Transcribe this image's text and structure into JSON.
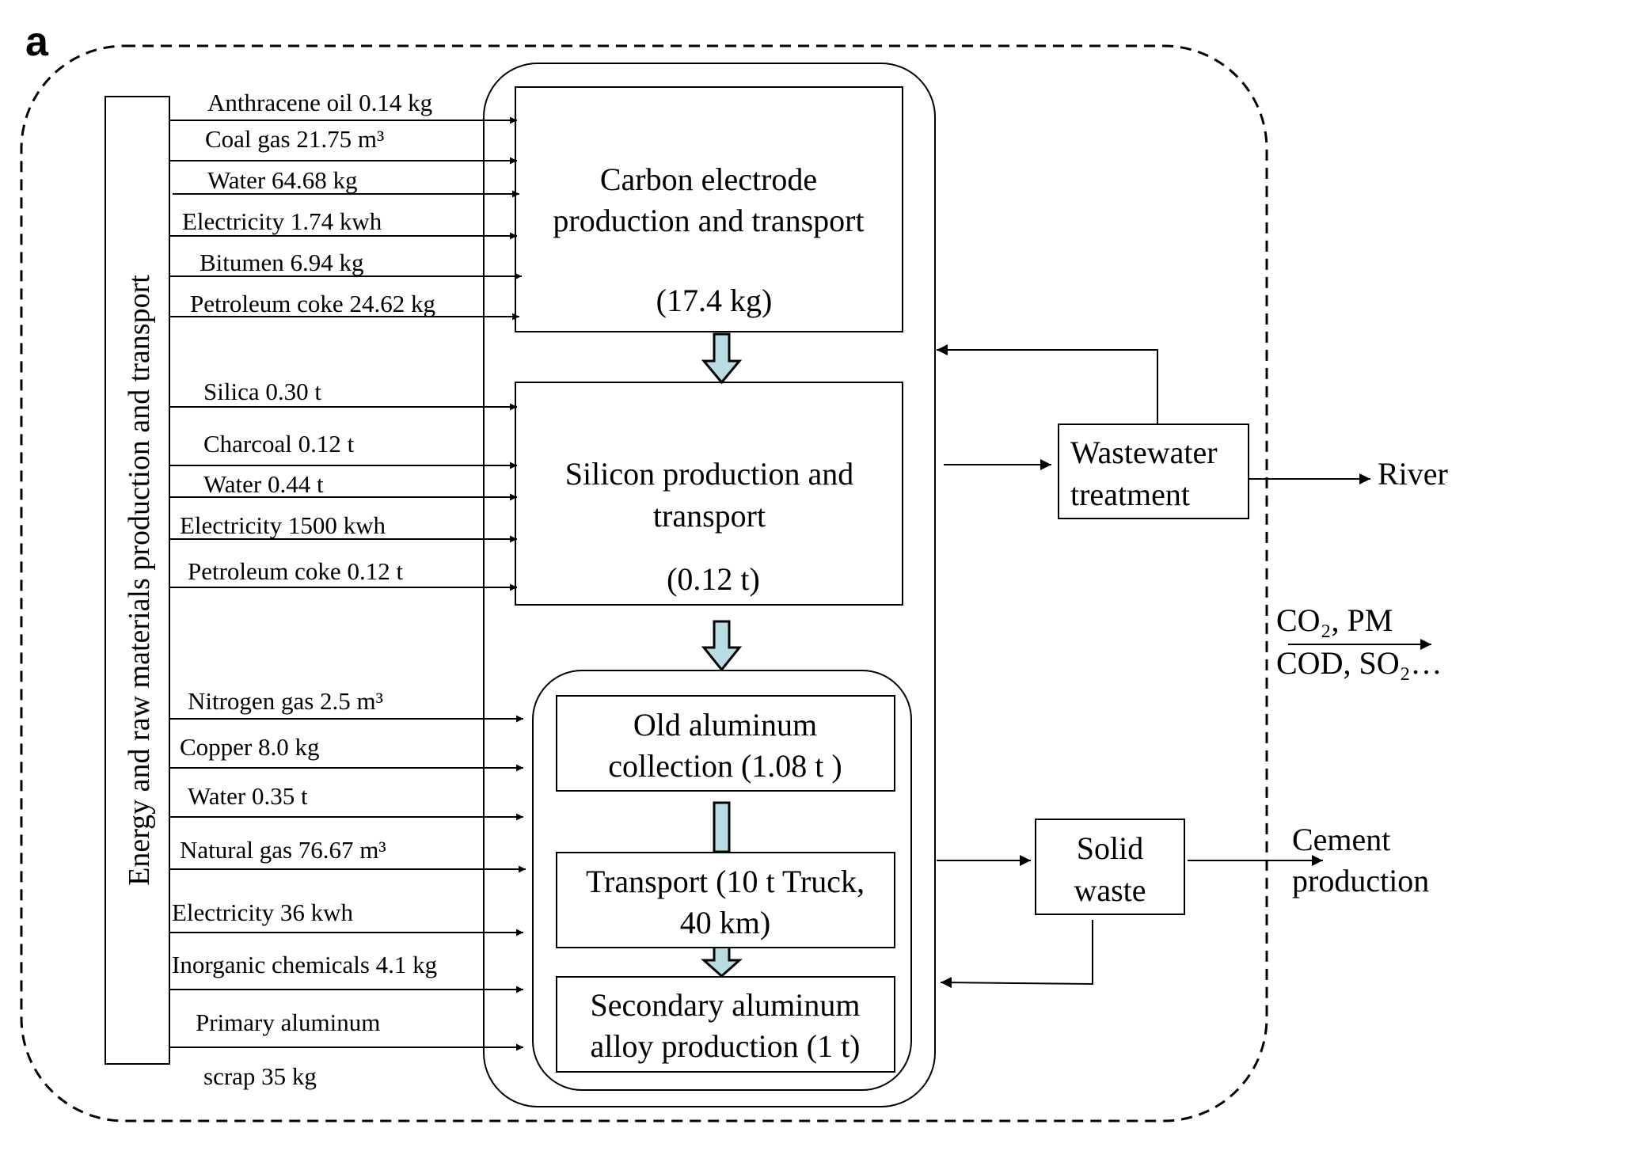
{
  "panel_label": "a",
  "source_box": {
    "label": "Energy and raw materials production and transport"
  },
  "carbon_inputs": [
    "Anthracene oil 0.14 kg",
    "Coal gas 21.75 m³",
    "Water  64.68 kg",
    "Electricity 1.74 kwh",
    "Bitumen 6.94 kg",
    "Petroleum coke 24.62 kg"
  ],
  "silicon_inputs": [
    "Silica 0.30 t",
    "Charcoal 0.12 t",
    "Water 0.44 t",
    "Electricity 1500 kwh",
    "Petroleum coke 0.12 t"
  ],
  "aluminum_inputs": [
    "Nitrogen gas 2.5 m³",
    "Copper  8.0 kg",
    "Water  0.35 t",
    "Natural gas 76.67 m³",
    "Electricity 36 kwh",
    "Inorganic chemicals 4.1 kg",
    "Primary aluminum",
    "scrap 35 kg"
  ],
  "processes": {
    "carbon": {
      "line1": "Carbon electrode",
      "line2": "production and transport",
      "amount": "(17.4 kg)"
    },
    "silicon": {
      "line1": "Silicon production and",
      "line2": "transport",
      "amount": "(0.12 t)"
    },
    "old_aluminum": {
      "line1": "Old aluminum",
      "line2": "collection (1.08 t )"
    },
    "transport": {
      "line1": "Transport (10 t Truck,",
      "line2": "40 km)"
    },
    "secondary": {
      "line1": "Secondary aluminum",
      "line2": "alloy production (1 t)"
    }
  },
  "wastewater": {
    "line1": "Wastewater",
    "line2": "treatment"
  },
  "solid_waste": {
    "line1": "Solid",
    "line2": "waste"
  },
  "outputs": {
    "river": "River",
    "cement_line1": "Cement",
    "cement_line2": "production",
    "emissions_line1": "CO₂, PM",
    "emissions_line2": "COD, SO₂…"
  },
  "colors": {
    "line": "#000000",
    "flow_arrow_fill": "#b7dde2",
    "background": "#ffffff"
  }
}
